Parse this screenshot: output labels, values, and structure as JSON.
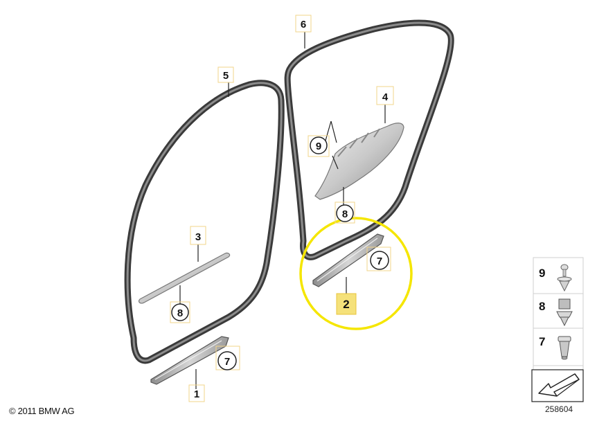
{
  "diagram": {
    "callouts": {
      "c1": "1",
      "c2": "2",
      "c3": "3",
      "c4": "4",
      "c5": "5",
      "c6": "6",
      "c7a": "7",
      "c7b": "7",
      "c8a": "8",
      "c8b": "8",
      "c9": "9"
    },
    "highlight_color": "#f5e600",
    "highlighted_part": "2"
  },
  "legend": {
    "items": [
      "9",
      "8",
      "7"
    ]
  },
  "footer": {
    "copyright": "© 2011 BMW AG",
    "drawing_number": "258604"
  }
}
